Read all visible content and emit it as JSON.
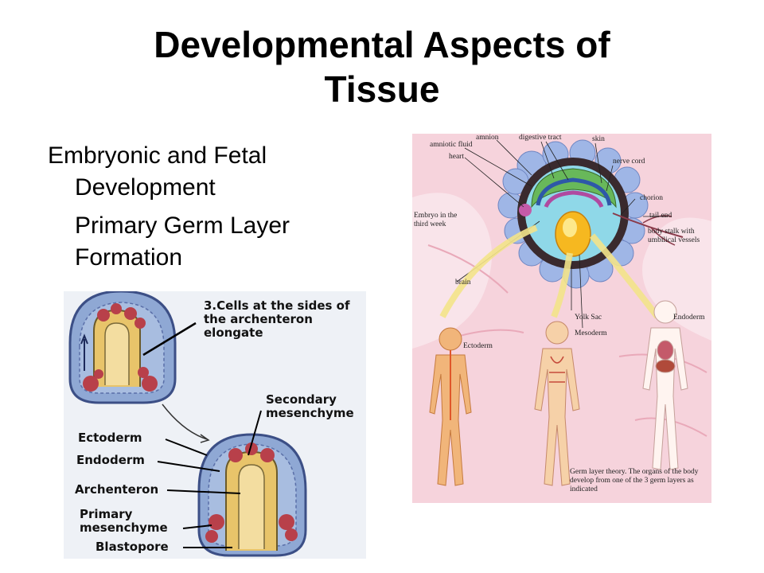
{
  "slide": {
    "title_line1": "Developmental Aspects of",
    "title_line2": "Tissue",
    "bullets": [
      "Embryonic and Fetal Development",
      "Primary Germ Layer Formation"
    ]
  },
  "left_figure": {
    "step_label": "3.Cells at the sides of the archenteron elongate",
    "labels": {
      "secondary_mesenchyme": "Secondary mesenchyme",
      "ectoderm": "Ectoderm",
      "endoderm": "Endoderm",
      "archenteron": "Archenteron",
      "primary_mesenchyme": "Primary mesenchyme",
      "blastopore": "Blastopore"
    }
  },
  "right_figure": {
    "labels": {
      "amnion": "amnion",
      "amniotic_fluid": "amniotic fluid",
      "digestive_tract": "digestive tract",
      "skin": "skin",
      "heart": "heart",
      "nerve_cord": "nerve cord",
      "chorion": "chorion",
      "tail_end": "tail end",
      "body_stalk": "body stalk with umbilical vessels",
      "embryo_third_week": "Embryo in the third week",
      "brain": "brain",
      "yolk_sac": "Yolk Sac",
      "mesoderm": "Mesoderm",
      "endoderm": "Endoderm",
      "ectoderm": "Ectoderm",
      "caption": "Germ layer theory. The organs of the body develop from one of the 3 germ layers as indicated"
    }
  },
  "colors": {
    "ectoderm_blue": "#8fa8d4",
    "endoderm_yellow": "#e8c46a",
    "mesenchyme_red": "#b8404a",
    "background_pink": "#f6d3dc",
    "body_orange": "#f1b57a"
  }
}
